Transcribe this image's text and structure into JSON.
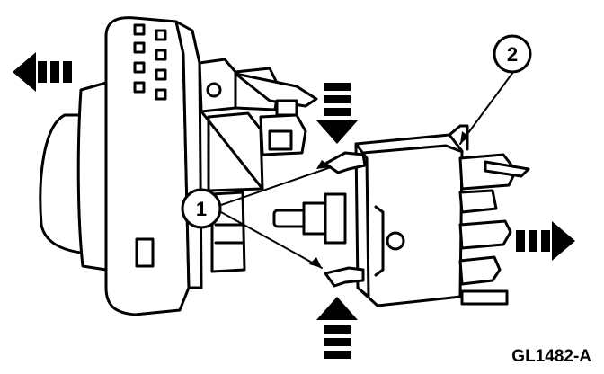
{
  "callouts": [
    {
      "number": "1"
    },
    {
      "number": "2"
    }
  ],
  "figure_id": "GL1482-A",
  "colors": {
    "ink": "#000000",
    "paper": "#ffffff"
  },
  "arrows": [
    "move-left-arrow",
    "press-down-arrow",
    "press-up-arrow",
    "move-right-arrow"
  ]
}
